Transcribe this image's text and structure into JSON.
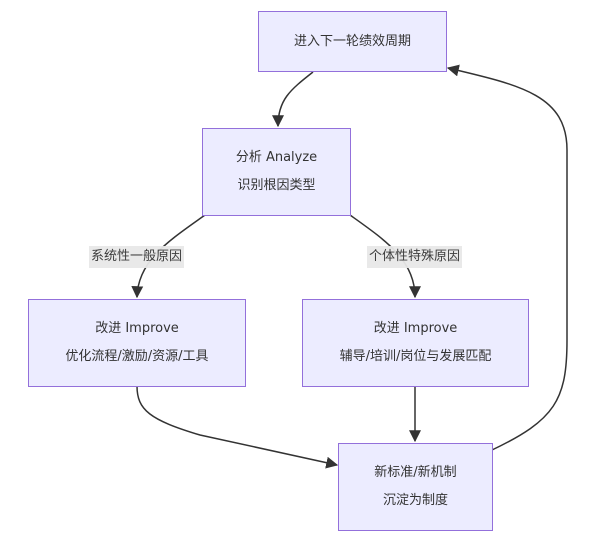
{
  "diagram": {
    "type": "flowchart",
    "colors": {
      "node_fill": "#ECECFF",
      "node_border": "#9370DB",
      "edge": "#333333",
      "label_bg": "#e8e8e8",
      "text": "#333333"
    },
    "nodes": {
      "next_cycle": {
        "lines": [
          "进入下一轮绩效周期"
        ]
      },
      "analyze": {
        "lines": [
          "分析 Analyze",
          "识别根因类型"
        ]
      },
      "improve_system": {
        "lines": [
          "改进 Improve",
          "优化流程/激励/资源/工具"
        ]
      },
      "improve_individual": {
        "lines": [
          "改进 Improve",
          "辅导/培训/岗位与发展匹配"
        ]
      },
      "standardize": {
        "lines": [
          "新标准/新机制",
          "沉淀为制度"
        ]
      }
    },
    "edges": [
      {
        "from": "next_cycle",
        "to": "analyze",
        "label": ""
      },
      {
        "from": "analyze",
        "to": "improve_system",
        "label": "系统性一般原因"
      },
      {
        "from": "analyze",
        "to": "improve_individual",
        "label": "个体性特殊原因"
      },
      {
        "from": "improve_system",
        "to": "standardize",
        "label": ""
      },
      {
        "from": "improve_individual",
        "to": "standardize",
        "label": ""
      },
      {
        "from": "standardize",
        "to": "next_cycle",
        "label": ""
      }
    ]
  }
}
